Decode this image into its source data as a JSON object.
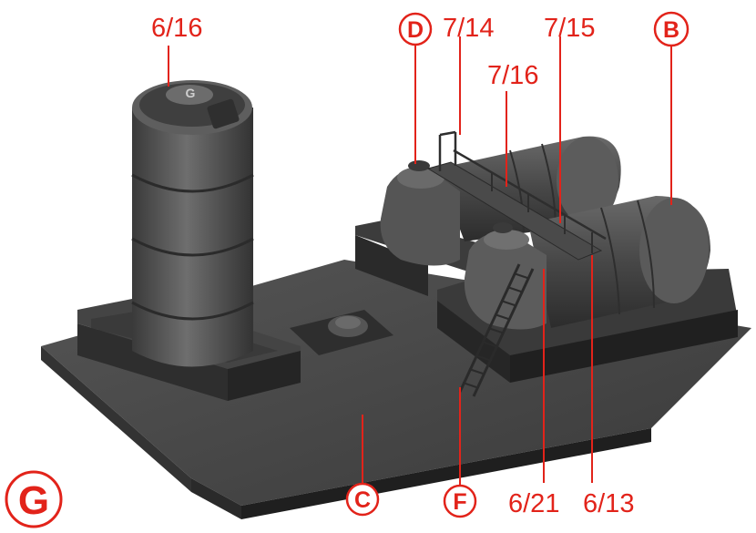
{
  "colors": {
    "label_red": "#e2231a",
    "model_dark": "#3d3d3d",
    "model_mid": "#5a5a5a",
    "model_light": "#7a7a7a",
    "base_top": "#4a4a4a",
    "base_side": "#2a2a2a"
  },
  "callouts": {
    "vertical_tank_part": "6/16",
    "small_tank_left_part": "7/14",
    "walkway_right_part": "7/15",
    "walkway_mid_part": "7/16",
    "small_tank_right_part": "6/21",
    "horizontal_tank_part": "6/13"
  },
  "circled_labels": {
    "d": "D",
    "b": "B",
    "c": "C",
    "f": "F",
    "g": "G"
  }
}
